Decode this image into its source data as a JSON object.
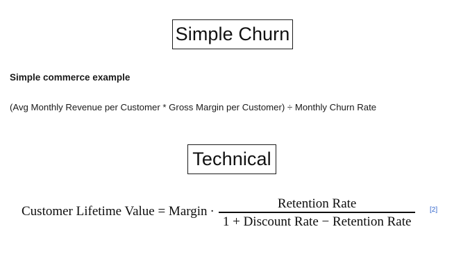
{
  "slide": {
    "background_color": "#ffffff",
    "text_color": "#1a1a1a"
  },
  "sections": {
    "simple": {
      "heading": "Simple Churn",
      "subtitle": "Simple commerce example",
      "formula_text": "(Avg Monthly Revenue per Customer * Gross Margin per Customer) ÷ Monthly Churn Rate"
    },
    "technical": {
      "heading": "Technical",
      "formula": {
        "lhs": "Customer Lifetime Value = Margin",
        "operator_dot": "·",
        "numerator": "Retention Rate",
        "denominator": "1 + Discount Rate − Retention Rate"
      },
      "citation": {
        "label": "[2]",
        "color": "#3366cc"
      }
    }
  }
}
